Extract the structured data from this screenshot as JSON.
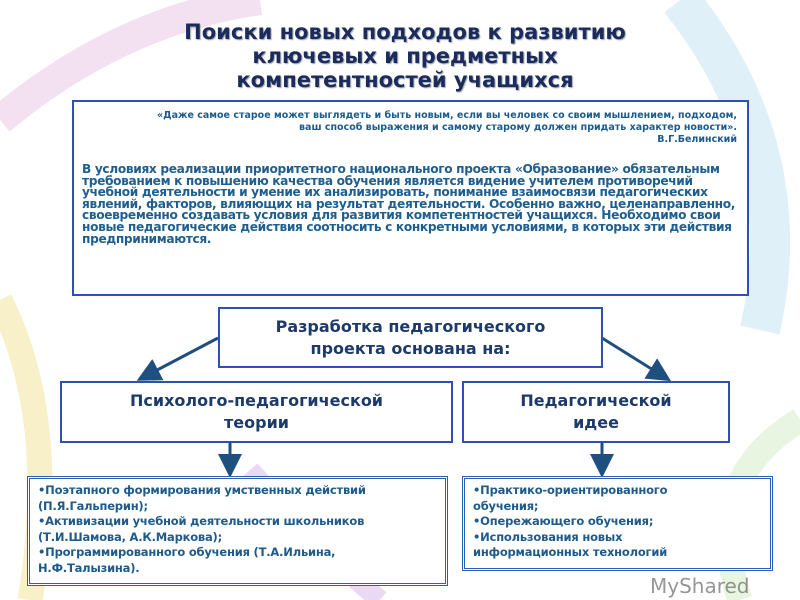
{
  "title_lines": [
    "Поиски новых подходов к развитию",
    "ключевых и  предметных",
    "компетентностей  учащихся"
  ],
  "quote": {
    "text": "«Даже самое старое может выглядеть и быть новым, если вы человек со своим мышлением, подходом, ваш способ выражения и самому старому должен придать характер новости».",
    "author": "В.Г.Белинский"
  },
  "intro": "В условиях реализации приоритетного национального проекта «Образование» обязательным требованием к повышению качества обучения является видение учителем противоречий учебной деятельности и умение их анализировать, понимание взаимосвязи педагогических явлений, факторов, влияющих на результат деятельности. Особенно важно, целенаправленно, своевременно создавать условия для развития компетентностей учащихся. Необходимо свои новые педагогические действия соотносить с конкретными условиями, в которых эти действия предпринимаются.",
  "center_box": "Разработка педагогического проекта основана на:",
  "left_box": "Психолого-педагогической теории",
  "right_box": "Педагогической идее",
  "left_list": [
    "•Поэтапного формирования умственных действий (П.Я.Гальперин);",
    "•Активизации учебной деятельности школьников (Т.И.Шамова, А.К.Маркова);",
    "•Программированного обучения (Т.А.Ильина, Н.Ф.Талызина)."
  ],
  "right_list": [
    "•Практико-ориентированного обучения;",
    "•Опережающего обучения;",
    "•Использования новых информационных технологий"
  ],
  "watermark": "MyShared",
  "colors": {
    "border": "#2f4fb5",
    "text": "#1f5f8f",
    "title": "#1c2a5c",
    "arrow": "#1f4f7f"
  }
}
